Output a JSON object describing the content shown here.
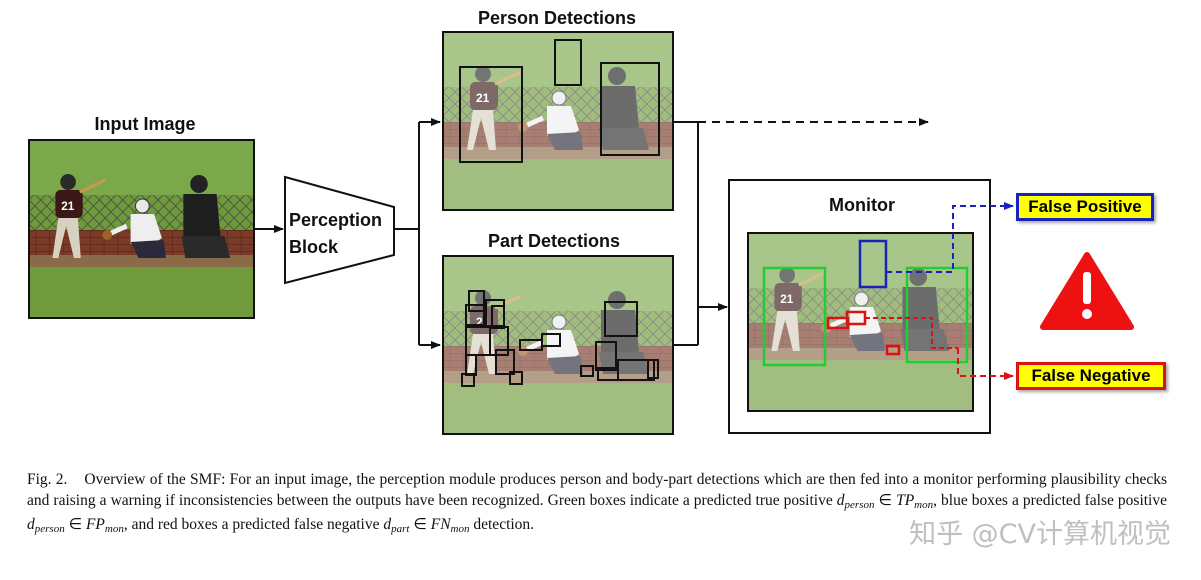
{
  "labels": {
    "input_image": "Input Image",
    "perception_line1": "Perception",
    "perception_line2": "Block",
    "person_detections": "Person Detections",
    "part_detections": "Part Detections",
    "monitor": "Monitor",
    "false_positive": "False Positive",
    "false_negative": "False Negative"
  },
  "caption": {
    "fig": "Fig. 2.",
    "text_1": "Overview of the SMF: For an input image, the perception module produces person and body-part detections which are then fed into a monitor performing plausibility checks and raising a warning if inconsistencies between the outputs have been recognized. Green boxes indicate a predicted true positive ",
    "d": "d",
    "person": "person",
    "in_1": " ∈ ",
    "tp": "TP",
    "mon": "mon",
    "text_2": ", blue boxes a predicted false positive ",
    "fp": "FP",
    "text_3": ", and red boxes a predicted false negative ",
    "part": "part",
    "fn": "FN",
    "text_4": " detection."
  },
  "watermark": "知乎 @CV计算机视觉",
  "colors": {
    "true_positive": "#22cc33",
    "false_positive": "#1a22bb",
    "false_negative": "#dd1111",
    "warning": "#ee1111",
    "tag_fill": "#ffff00"
  }
}
